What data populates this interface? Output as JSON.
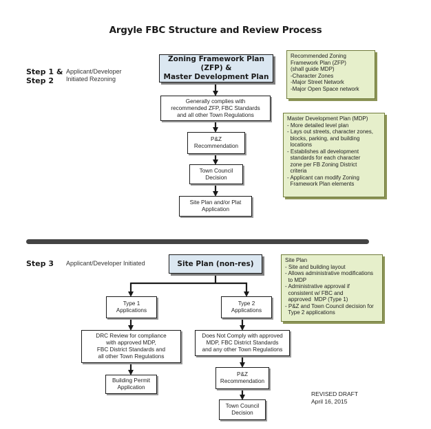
{
  "title": "Argyle FBC Structure and Review Process",
  "section1": {
    "step_label_line1": "Step 1 &",
    "step_label_line2": "Step 2",
    "initiator_line1": "Applicant/Developer",
    "initiator_line2": "Initiated Rezoning",
    "zfp_box_line1": "Zoning Framework Plan (ZFP) &",
    "zfp_box_line2": "Master Development Plan",
    "complies_box_line1": "Generally complies with",
    "complies_box_line2": "recommended ZFP, FBC Standards",
    "complies_box_line3": "and  all other Town Regulations",
    "pz_box_line1": "P&Z",
    "pz_box_line2": "Recommendation",
    "council_box_line1": "Town Council",
    "council_box_line2": "Decision",
    "siteplan_box_line1": "Site Plan and/or Plat",
    "siteplan_box_line2": "Application",
    "note_zfp": {
      "lines": [
        "Recommended Zoning",
        "Framework Plan (ZFP)",
        "(shall guide MDP)",
        "-Character Zones",
        "-Major Street Network",
        "-Major Open Space network"
      ]
    },
    "note_mdp": {
      "heading": "Master Development Plan (MDP)",
      "lines": [
        "- More detailed level plan",
        "- Lays out streets, character zones,",
        "  blocks, parking, and building",
        "  locations",
        "- Establishes all development",
        "  standards for each character",
        "  zone per FB Zoning District",
        "  criteria",
        "- Applicant can modify Zoning",
        "  Framework Plan elements"
      ]
    }
  },
  "section2": {
    "step_label": "Step 3",
    "initiator": "Applicant/Developer Initiated",
    "siteplan_box": "Site Plan (non-res)",
    "type1_line1": "Type 1",
    "type1_line2": "Applications",
    "type2_line1": "Type 2",
    "type2_line2": "Applications",
    "drc_line1": "DRC Review for compliance",
    "drc_line2": "with approved MDP,",
    "drc_line3": "FBC District Standards and",
    "drc_line4": "all other Town Regulations",
    "notcomply_line1": "Does Not Comply with approved",
    "notcomply_line2": "MDP, FBC District Standards",
    "notcomply_line3": "and any other Town Regulations",
    "permit_line1": "Building Permit",
    "permit_line2": "Application",
    "pz_line1": "P&Z",
    "pz_line2": "Recommendation",
    "council_line1": "Town Council",
    "council_line2": "Decision",
    "note_siteplan": {
      "heading": "Site Plan",
      "lines": [
        "- Site and building layout",
        "- Allows administrative modifications",
        "  to MDP",
        "- Administrative approval if",
        "  consistent w/ FBC and",
        "  approved  MDP (Type 1)",
        "- P&Z and Town Council decision for",
        "  Type 2 applications"
      ]
    }
  },
  "revised_line1": "REVISED DRAFT",
  "revised_line2": "April 16, 2015"
}
